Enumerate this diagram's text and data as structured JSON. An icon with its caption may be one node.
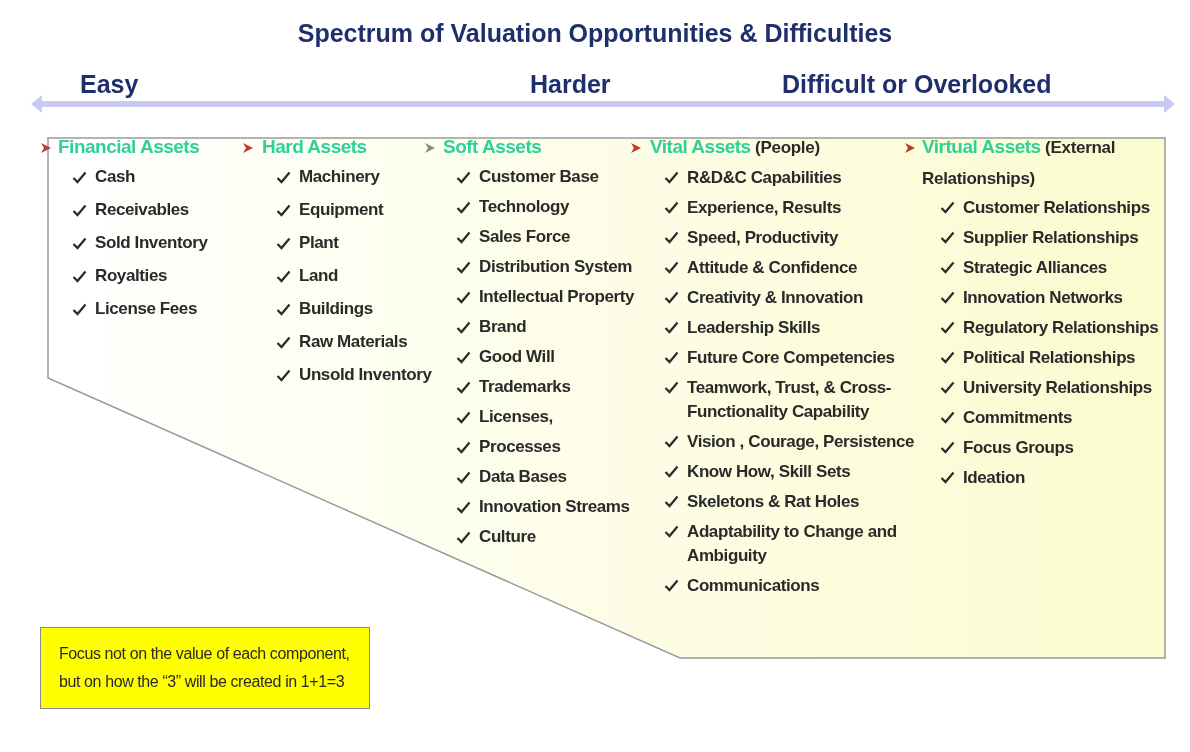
{
  "diagram": {
    "title": "Spectrum of Valuation Opportunities & Difficulties",
    "nodes": [
      {
        "text": [],
        "shape": "box"
      },
      {
        "text": [
          "Focus not on the value of each component, but on how the “3” will be created in 1+1=3"
        ]
      }
    ],
    "edges": [],
    "labels": [
      "Easy",
      "Harder",
      "Difficult or Overlooked",
      "Financial Assets",
      "Cash",
      "Receivables",
      "Sold Inventory",
      "Royalties",
      "License Fees",
      "Hard Assets",
      "Machinery",
      "Equipment",
      "Plant",
      "Land",
      "Buildings",
      "Raw Materials",
      "Unsold Inventory",
      "Soft Assets",
      "Customer Base",
      "Technology",
      "Sales Force",
      "Distribution System",
      "Intellectual Property",
      "Brand",
      "Good Will",
      "Trademarks",
      "Licenses,",
      "Processes",
      "Data Bases",
      "Innovation Streams",
      "Culture",
      "Vital Assets",
      "(People)",
      "R&D&C Capabilities",
      "Experience, Results",
      "Speed, Productivity",
      "Attitude & Confidence",
      "Creativity & Innovation",
      "Leadership Skills",
      "Future Core Competencies",
      "Teamwork, Trust, & Cross-Functionality Capability",
      "Vision , Courage, Persistence",
      "Know How, Skill Sets",
      "Skeletons & Rat Holes",
      "Adaptability to Change and Ambiguity",
      "Communications",
      "Virtual Assets",
      "(External Relationships)",
      "Customer Relationships",
      "Supplier Relationships",
      "Strategic Alliances",
      "Innovation Networks",
      "Regulatory Relationships",
      "Political Relationships",
      "University Relationships",
      "Commitments",
      "Focus Groups",
      "Ideation"
    ]
  }
}
